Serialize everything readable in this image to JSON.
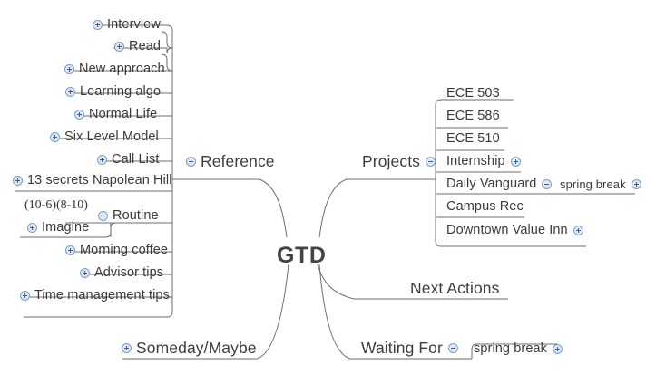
{
  "app": {
    "type": "mind-map",
    "background": "#ffffff",
    "line_color": "#6d6d6d",
    "text_color": "#3a3a3a",
    "badge_fill": "#dce8f5",
    "badge_stroke": "#7d9ec4"
  },
  "root": {
    "label": "GTD"
  },
  "branches": {
    "reference": {
      "label": "Reference",
      "toggle": "collapse-icon",
      "children": [
        {
          "label": "Interview",
          "toggle": "expand-icon"
        },
        {
          "label": "Read",
          "toggle": "expand-icon"
        },
        {
          "label": "New approach",
          "toggle": "expand-icon"
        },
        {
          "label": "Learning algo",
          "toggle": "expand-icon"
        },
        {
          "label": "Normal Life",
          "toggle": "expand-icon"
        },
        {
          "label": "Six Level Model",
          "toggle": "expand-icon"
        },
        {
          "label": "Call List",
          "toggle": "expand-icon"
        },
        {
          "label": "13 secrets Napolean Hill",
          "toggle": "expand-icon"
        },
        {
          "label": "Routine",
          "toggle": "collapse-icon",
          "children": [
            {
              "label": "Imagine",
              "toggle": "expand-icon"
            }
          ]
        },
        {
          "label": "Morning coffee",
          "toggle": "expand-icon"
        },
        {
          "label": "Advisor tips",
          "toggle": "expand-icon"
        },
        {
          "label": "Time management tips",
          "toggle": "expand-icon"
        }
      ]
    },
    "projects": {
      "label": "Projects",
      "toggle": "collapse-icon",
      "children": [
        {
          "label": "ECE 503",
          "toggle": null
        },
        {
          "label": "ECE 586",
          "toggle": null
        },
        {
          "label": "ECE 510",
          "toggle": null
        },
        {
          "label": "Internship",
          "toggle": "expand-icon"
        },
        {
          "label": "Daily Vanguard",
          "toggle": "collapse-icon",
          "children": [
            {
              "label": "spring break",
              "toggle": "expand-icon"
            }
          ]
        },
        {
          "label": "Campus Rec",
          "toggle": null
        },
        {
          "label": "Downtown Value Inn",
          "toggle": "expand-icon"
        }
      ]
    },
    "next_actions": {
      "label": "Next Actions",
      "toggle": null,
      "children": []
    },
    "waiting_for": {
      "label": "Waiting For",
      "toggle": "collapse-icon",
      "children": [
        {
          "label": "spring break",
          "toggle": "expand-icon"
        }
      ]
    },
    "someday_maybe": {
      "label": "Someday/Maybe",
      "toggle": "expand-icon",
      "children": []
    }
  },
  "floating_notes": [
    {
      "label": "(10-6)(8-10)"
    }
  ]
}
